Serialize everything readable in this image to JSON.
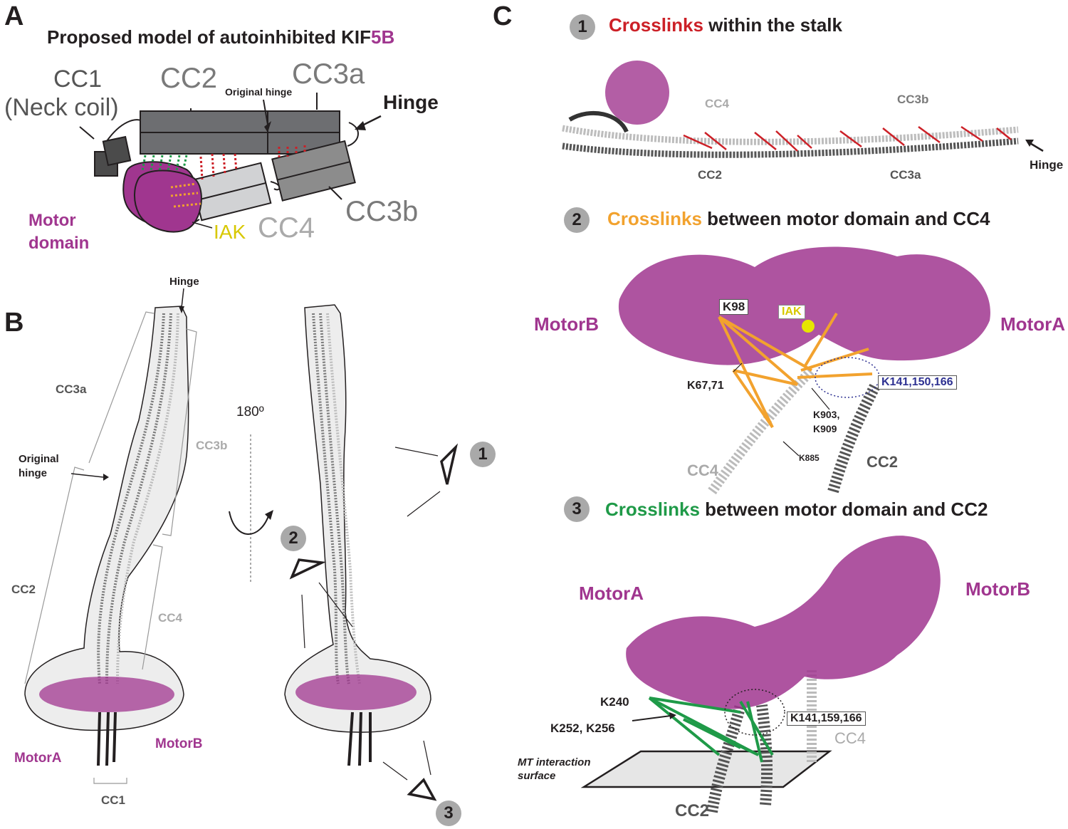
{
  "panel_a": {
    "letter": "A",
    "title_prefix": "Proposed model of autoinhibited KIF",
    "title_suffix": "5B",
    "cc1_line1": "CC1",
    "cc1_line2": "(Neck coil)",
    "cc2": "CC2",
    "cc3a": "CC3a",
    "original_hinge": "Original hinge",
    "hinge": "Hinge",
    "motor_line1": "Motor",
    "motor_line2": "domain",
    "iak": "IAK",
    "cc4": "CC4",
    "cc3b": "CC3b"
  },
  "panel_b": {
    "letter": "B",
    "hinge": "Hinge",
    "cc3a": "CC3a",
    "cc3b": "CC3b",
    "original_hinge_line1": "Original",
    "original_hinge_line2": "hinge",
    "rotation": "180º",
    "cc2": "CC2",
    "cc4": "CC4",
    "motor_a": "MotorA",
    "motor_b": "MotorB",
    "cc1": "CC1",
    "view1": "1",
    "view2": "2",
    "view3": "3"
  },
  "panel_c": {
    "letter": "C",
    "sub1": {
      "num": "1",
      "title_colored": "Crosslinks",
      "title_rest": " within the stalk",
      "cc4": "CC4",
      "cc3b": "CC3b",
      "cc2": "CC2",
      "cc3a": "CC3a",
      "hinge": "Hinge"
    },
    "sub2": {
      "num": "2",
      "title_colored": "Crosslinks",
      "title_rest": " between motor domain and CC4",
      "motor_b": "MotorB",
      "motor_a": "MotorA",
      "k98": "K98",
      "iak": "IAK",
      "k67": "K67,71",
      "k141": "K141,150,166",
      "k903_line1": "K903,",
      "k903_line2": "K909",
      "k885": "K885",
      "cc4": "CC4",
      "cc2": "CC2"
    },
    "sub3": {
      "num": "3",
      "title_colored": "Crosslinks",
      "title_rest": " between motor domain and CC2",
      "motor_a": "MotorA",
      "motor_b": "MotorB",
      "k240": "K240",
      "k252": "K252, K256",
      "k141": "K141,159,166",
      "cc4": "CC4",
      "mt_line1": "MT interaction",
      "mt_line2": "surface",
      "cc2": "CC2"
    }
  },
  "colors": {
    "magenta": "#a0368f",
    "red": "#cc2027",
    "orange": "#f2a22e",
    "green": "#1f9a48",
    "yellow": "#d8c800",
    "dark_gray": "#555555",
    "mid_gray": "#7a7a7a",
    "light_gray": "#aaaaaa"
  }
}
